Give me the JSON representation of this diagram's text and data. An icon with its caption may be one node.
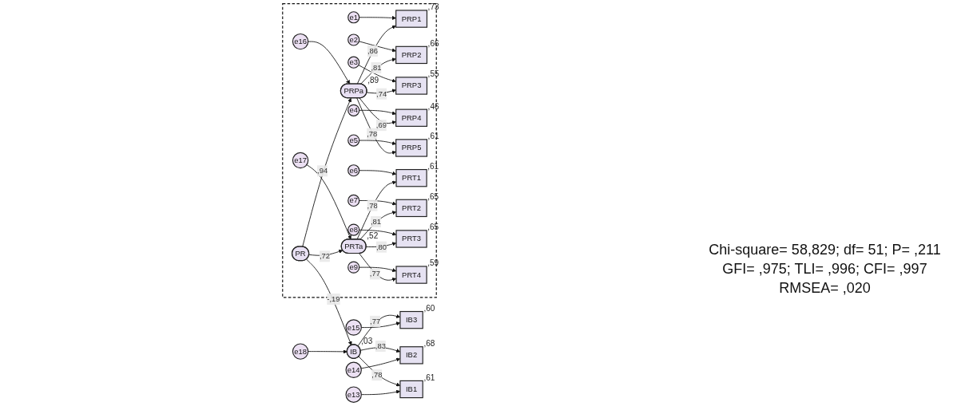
{
  "diagram": {
    "nodes": [
      {
        "text": [],
        "shape": "box"
      },
      {
        "text": [
          "e1"
        ],
        "in": 0
      },
      {
        "text": [
          "e2"
        ],
        "in": 0
      },
      {
        "text": [
          "e3"
        ],
        "in": 0
      },
      {
        "text": [
          "e4"
        ],
        "in": 0
      },
      {
        "text": [
          "e5"
        ],
        "in": 0
      },
      {
        "text": [
          "PRP1"
        ],
        "in": 0,
        "beside": [
          ",73"
        ]
      },
      {
        "text": [
          "PRP2"
        ],
        "in": 0,
        "beside": [
          ",66"
        ]
      },
      {
        "text": [
          "PRP3"
        ],
        "in": 0,
        "beside": [
          ",55"
        ]
      },
      {
        "text": [
          "PRP4"
        ],
        "in": 0,
        "beside": [
          ",46"
        ]
      },
      {
        "text": [
          "PRP5"
        ],
        "in": 0,
        "beside": [
          ",61"
        ]
      },
      {
        "text": [
          "e16"
        ],
        "in": 0
      },
      {
        "text": [
          "PRPa"
        ],
        "in": 0,
        "beside": [
          ",89"
        ]
      },
      {
        "text": [
          "e6"
        ],
        "in": 0
      },
      {
        "text": [
          "e7"
        ],
        "in": 0
      },
      {
        "text": [
          "e8"
        ],
        "in": 0
      },
      {
        "text": [
          "e9"
        ],
        "in": 0
      },
      {
        "text": [
          "PRT1"
        ],
        "in": 0,
        "beside": [
          ",61"
        ]
      },
      {
        "text": [
          "PRT2"
        ],
        "in": 0,
        "beside": [
          ",65"
        ]
      },
      {
        "text": [
          "PRT3"
        ],
        "in": 0,
        "beside": [
          ",65"
        ]
      },
      {
        "text": [
          "PRT4"
        ],
        "in": 0,
        "beside": [
          ",59"
        ]
      },
      {
        "text": [
          "e17"
        ],
        "in": 0
      },
      {
        "text": [
          "PRTa"
        ],
        "in": 0,
        "beside": [
          ",52"
        ]
      },
      {
        "text": [
          "PR"
        ],
        "in": 0
      },
      {
        "text": [
          "e18"
        ]
      },
      {
        "text": [
          "IB"
        ],
        "beside": [
          ",03"
        ]
      },
      {
        "text": [
          "IB3"
        ],
        "beside": [
          ",60"
        ]
      },
      {
        "text": [
          "IB2"
        ],
        "beside": [
          ",68"
        ]
      },
      {
        "text": [
          "IB1"
        ],
        "beside": [
          ",61"
        ]
      },
      {
        "text": [
          "e15"
        ]
      },
      {
        "text": [
          "e14"
        ]
      },
      {
        "text": [
          "e13"
        ]
      }
    ],
    "edges": [
      {
        "from": 1,
        "to": 6,
        "arrow": "to"
      },
      {
        "from": 2,
        "to": 7,
        "arrow": "to"
      },
      {
        "from": 3,
        "to": 8,
        "arrow": "to"
      },
      {
        "from": 4,
        "to": 9,
        "arrow": "to"
      },
      {
        "from": 5,
        "to": 10,
        "arrow": "to"
      },
      {
        "from": 12,
        "to": 6,
        "arrow": "to",
        "label": ",86"
      },
      {
        "from": 12,
        "to": 7,
        "arrow": "to",
        "label": ",81"
      },
      {
        "from": 12,
        "to": 8,
        "arrow": "to",
        "label": ",74"
      },
      {
        "from": 12,
        "to": 9,
        "arrow": "to",
        "label": ",69"
      },
      {
        "from": 12,
        "to": 10,
        "arrow": "to",
        "label": ",78"
      },
      {
        "from": 11,
        "to": 12,
        "arrow": "to"
      },
      {
        "from": 13,
        "to": 17,
        "arrow": "to"
      },
      {
        "from": 14,
        "to": 18,
        "arrow": "to"
      },
      {
        "from": 15,
        "to": 19,
        "arrow": "to"
      },
      {
        "from": 16,
        "to": 20,
        "arrow": "to"
      },
      {
        "from": 22,
        "to": 17,
        "arrow": "to",
        "label": ",78"
      },
      {
        "from": 22,
        "to": 18,
        "arrow": "to",
        "label": ",81"
      },
      {
        "from": 22,
        "to": 19,
        "arrow": "to",
        "label": ",80"
      },
      {
        "from": 22,
        "to": 20,
        "arrow": "to",
        "label": ",77"
      },
      {
        "from": 21,
        "to": 22,
        "arrow": "to"
      },
      {
        "from": 23,
        "to": 12,
        "arrow": "to",
        "label": ",94"
      },
      {
        "from": 23,
        "to": 22,
        "arrow": "to",
        "label": ",72"
      },
      {
        "from": 23,
        "to": 25,
        "arrow": "to",
        "label": "-,19"
      },
      {
        "from": 24,
        "to": 25,
        "arrow": "to"
      },
      {
        "from": 25,
        "to": 26,
        "arrow": "to",
        "label": ",77"
      },
      {
        "from": 25,
        "to": 27,
        "arrow": "to",
        "label": ",83"
      },
      {
        "from": 25,
        "to": 28,
        "arrow": "to",
        "label": ",78"
      },
      {
        "from": 29,
        "to": 26,
        "arrow": "to"
      },
      {
        "from": 30,
        "to": 27,
        "arrow": "to"
      },
      {
        "from": 31,
        "to": 28,
        "arrow": "to"
      }
    ],
    "labels": [
      "Chi-square= 58,829; df= 51; P= ,211",
      "GFI= ,975; TLI= ,996; CFI= ,997",
      "RMSEA= ,020"
    ]
  }
}
